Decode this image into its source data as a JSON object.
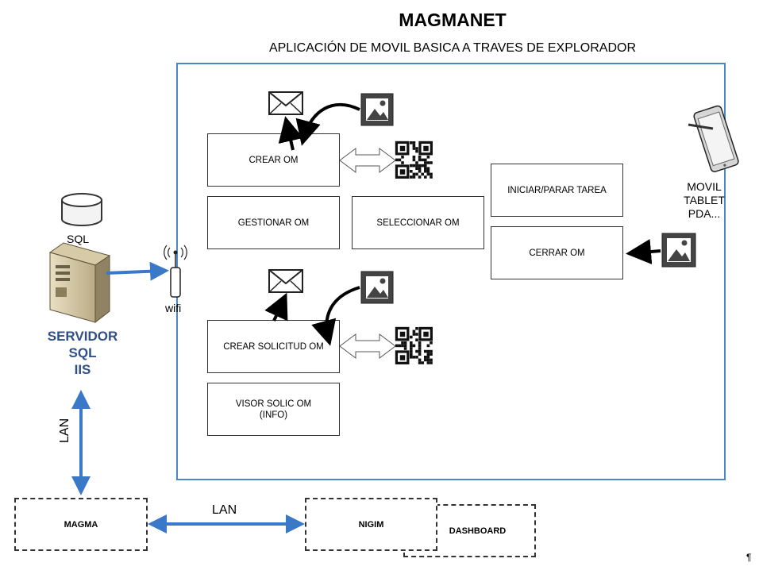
{
  "header": {
    "title": "MAGMANET",
    "subtitle": "APLICACIÓN DE MOVIL BASICA A TRAVES DE EXPLORADOR"
  },
  "modules": {
    "crear_om": "CREAR OM",
    "gestionar_om": "GESTIONAR OM",
    "seleccionar_om": "SELECCIONAR OM",
    "iniciar_parar_tarea": "INICIAR/PARAR TAREA",
    "cerrar_om": "CERRAR OM",
    "crear_solicitud_om": "CREAR SOLICITUD OM",
    "visor_solic_line1": "VISOR SOLIC  OM",
    "visor_solic_line2": "(INFO)"
  },
  "devices": {
    "line1": "MOVIL",
    "line2": "TABLET",
    "line3": "PDA..."
  },
  "server": {
    "db_label": "SQL",
    "line1": "SERVIDOR",
    "line2": "SQL",
    "line3": "IIS",
    "wifi_label": "wifi"
  },
  "network": {
    "lan_vertical": "LAN",
    "lan_horizontal": "LAN"
  },
  "systems": {
    "magma": "MAGMA",
    "nigim": "NIGIM",
    "dashboard": "DASHBOARD"
  },
  "footer": {
    "pilcrow": "¶"
  },
  "colors": {
    "frame": "#4a86c8",
    "connector": "#3a78c8",
    "server_text": "#2f4f86"
  }
}
